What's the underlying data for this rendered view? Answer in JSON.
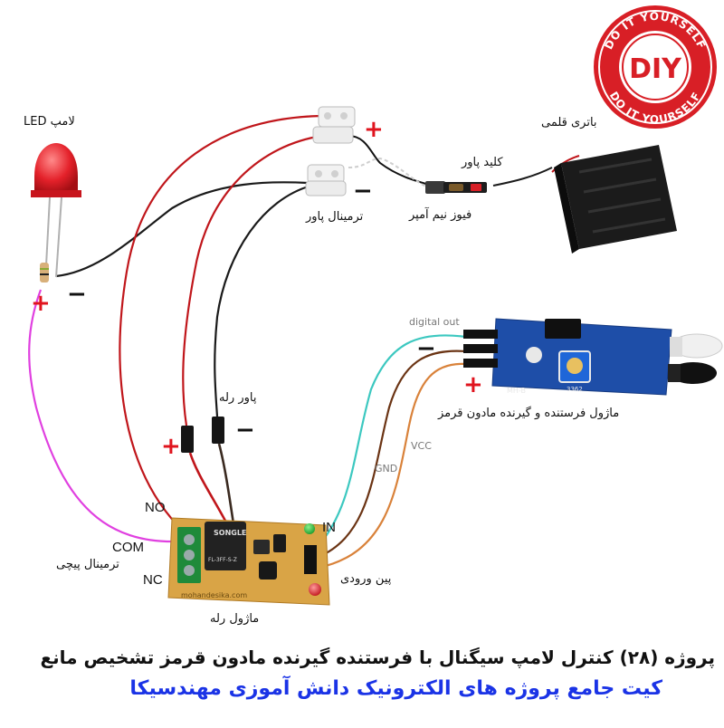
{
  "badge": {
    "top_text": "DO IT YOURSELF",
    "bottom_text": "DO IT YOURSELF",
    "center": "DIY",
    "color": "#d81f26"
  },
  "labels": {
    "led_lamp": "لامپ LED",
    "battery": "باتری قلمی",
    "power_key": "کلید پاور",
    "power_terminal": "ترمینال پاور",
    "fuse": "فیوز نیم آمپر",
    "sensor_module": "ماژول فرستنده و گیرنده مادون قرمز",
    "relay_power": "پاور رله",
    "screw_terminal": "ترمینال پیچی",
    "input_pins": "پین ورودی",
    "relay_module": "ماژول رله"
  },
  "relay_terminals": {
    "no": "NO",
    "com": "COM",
    "nc": "NC",
    "in": "IN"
  },
  "wire_labels": {
    "digital_out": "digital out",
    "gnd": "GND",
    "vcc": "VCC"
  },
  "polarity": {
    "plus": "+",
    "minus": "−"
  },
  "board_text": {
    "relay_top": "SONGLE",
    "relay_sub": "FL-3FF-S-Z",
    "website": "mohandesika.com",
    "sensor_model": "MH-B",
    "pot_code": "3362"
  },
  "title": {
    "line1": "پروژه (۲۸) کنترل لامپ سیگنال با فرستنده گیرنده مادون قرمز تشخیص مانع",
    "line2": "کیت جامع پروژه های الکترونیک دانش آموزی مهندسیکا"
  },
  "colors": {
    "red_wire": "#c0161b",
    "black_wire": "#1a1a1a",
    "pink_wire": "#e040e0",
    "cyan_wire": "#3cc8c0",
    "brown_wire": "#6b3414",
    "orange_wire": "#d9823a",
    "accent_plus": "#e0141e",
    "title_blue": "#1a33e6"
  }
}
